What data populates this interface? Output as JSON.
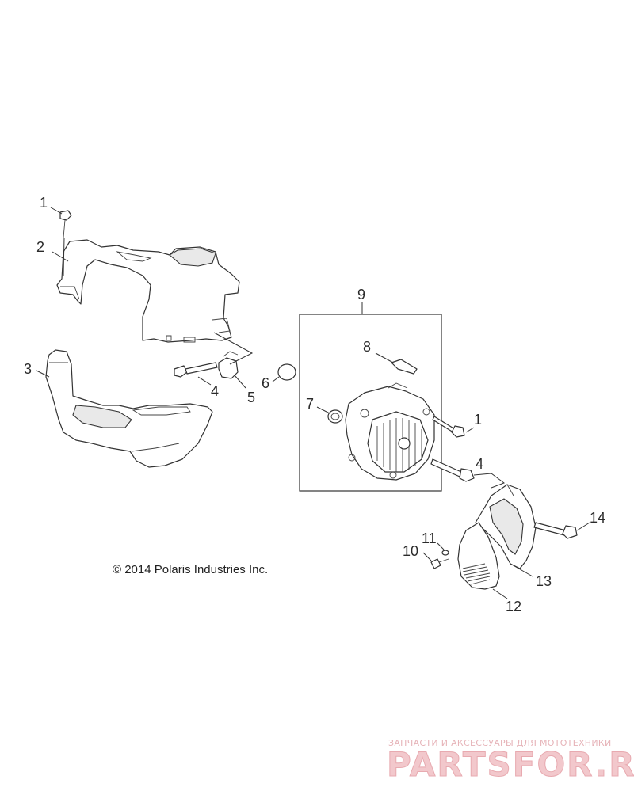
{
  "callouts": [
    {
      "id": "c1a",
      "label": "1"
    },
    {
      "id": "c2",
      "label": "2"
    },
    {
      "id": "c3",
      "label": "3"
    },
    {
      "id": "c4a",
      "label": "4"
    },
    {
      "id": "c5",
      "label": "5"
    },
    {
      "id": "c6",
      "label": "6"
    },
    {
      "id": "c9",
      "label": "9"
    },
    {
      "id": "c8",
      "label": "8"
    },
    {
      "id": "c7",
      "label": "7"
    },
    {
      "id": "c1b",
      "label": "1"
    },
    {
      "id": "c4b",
      "label": "4"
    },
    {
      "id": "c14",
      "label": "14"
    },
    {
      "id": "c11",
      "label": "11"
    },
    {
      "id": "c10",
      "label": "10"
    },
    {
      "id": "c13",
      "label": "13"
    },
    {
      "id": "c12",
      "label": "12"
    }
  ],
  "copyright": "© 2014 Polaris Industries Inc.",
  "watermark": {
    "tagline": "ЗАПЧАСТИ И АКСЕССУАРЫ ДЛЯ МОТОТЕХНИКИ",
    "logo": "PARTSFOR.RU"
  },
  "colors": {
    "line": "#333333",
    "watermark": "#e8aab0"
  }
}
